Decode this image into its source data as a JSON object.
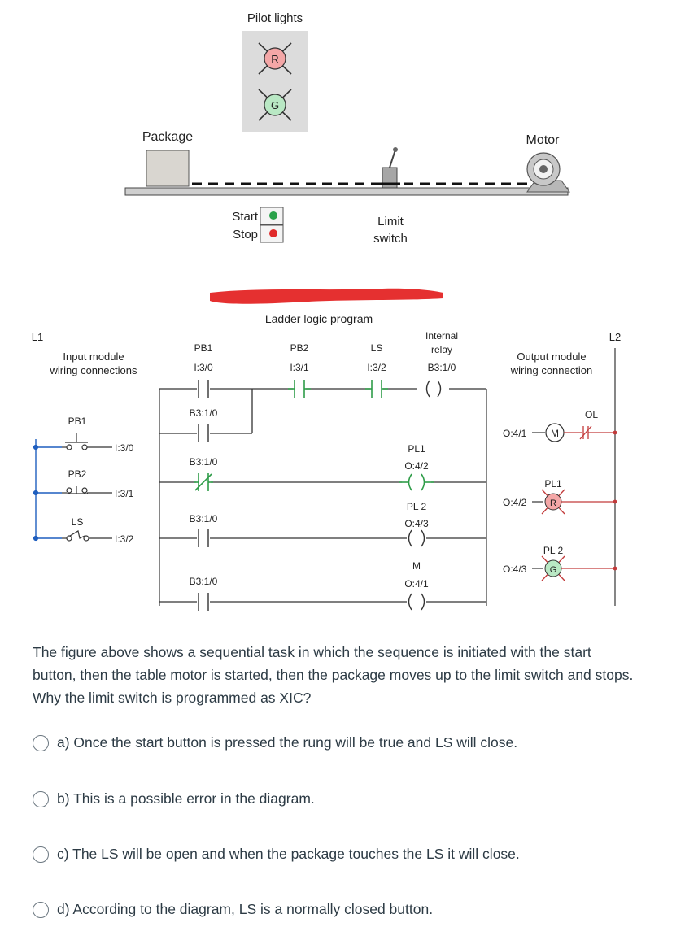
{
  "diagram": {
    "pilot_lights_label": "Pilot lights",
    "lamp_red_letter": "R",
    "lamp_green_letter": "G",
    "package_label": "Package",
    "motor_label": "Motor",
    "start_label": "Start",
    "stop_label": "Stop",
    "limit_switch_label_1": "Limit",
    "limit_switch_label_2": "switch",
    "ladder_title": "Ladder logic program",
    "rail_left": "L1",
    "rail_right": "L2",
    "input_module_1": "Input module",
    "input_module_2": "wiring connections",
    "output_module_1": "Output module",
    "output_module_2": "wiring connection",
    "inputs": [
      {
        "name": "PB1",
        "address": "I:3/0"
      },
      {
        "name": "PB2",
        "address": "I:3/1"
      },
      {
        "name": "LS",
        "address": "I:3/2"
      }
    ],
    "rung1": {
      "pb1_name": "PB1",
      "pb1_addr": "I:3/0",
      "pb2_name": "PB2",
      "pb2_addr": "I:3/1",
      "ls_name": "LS",
      "ls_addr": "I:3/2",
      "relay_1": "Internal",
      "relay_2": "relay",
      "relay_addr": "B3:1/0",
      "seal_addr": "B3:1/0"
    },
    "rung2": {
      "contact": "B3:1/0",
      "coil_name": "PL1",
      "coil_addr": "O:4/2"
    },
    "rung3": {
      "contact": "B3:1/0",
      "coil_name": "PL 2",
      "coil_addr": "O:4/3"
    },
    "rung4": {
      "contact": "B3:1/0",
      "coil_name": "M",
      "coil_addr": "O:4/1"
    },
    "outputs": [
      {
        "address": "O:4/1",
        "device": "M",
        "extra": "OL"
      },
      {
        "address": "O:4/2",
        "device": "PL1",
        "letter": "R"
      },
      {
        "address": "O:4/3",
        "device": "PL 2",
        "letter": "G"
      }
    ]
  },
  "question": {
    "text": "The figure above shows a sequential task in which the sequence is initiated with the start button, then the table motor is started, then the package moves up to the limit switch and stops. Why the limit switch is programmed as XIC?",
    "options": [
      "a) Once the start button is pressed the rung will be true and LS will close.",
      "b) This is a possible error in the diagram.",
      "c) The LS will be open and when the package touches the LS it will close.",
      "d) According to the diagram, LS is a normally closed button."
    ]
  },
  "colors": {
    "wire_blue": "#1f5fbf",
    "lamp_red": "#f4a7a7",
    "lamp_green": "#b9e8c4",
    "contact_green": "#2e9c48",
    "redaction": "#e53030",
    "pilot_panel": "#dcdcdc"
  }
}
